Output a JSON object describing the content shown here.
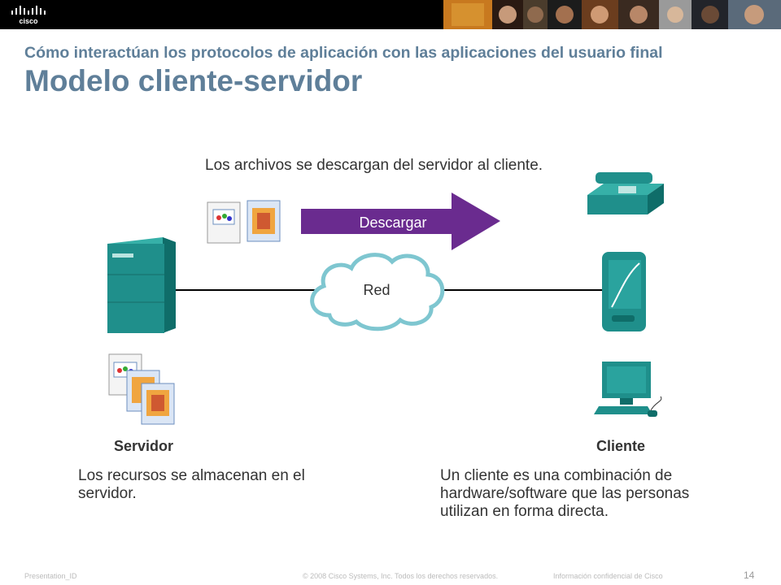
{
  "header": {
    "brand": "cisco",
    "subtitle": "Cómo interactúan los protocolos de aplicación con las aplicaciones del usuario final",
    "title": "Modelo cliente-servidor"
  },
  "diagram": {
    "caption_top": "Los archivos se descargan del servidor al cliente.",
    "arrow_label": "Descargar",
    "network_label": "Red",
    "server_label": "Servidor",
    "client_label": "Cliente",
    "server_description": "Los recursos se almacenan en el servidor.",
    "client_description": "Un cliente es una combinación de hardware/software que las personas utilizan en forma directa."
  },
  "footer": {
    "presentation_id": "Presentation_ID",
    "copyright": "© 2008 Cisco Systems, Inc. Todos los derechos reservados.",
    "confidential": "Información confidencial de Cisco",
    "page_number": "14"
  },
  "colors": {
    "title": "#5f7f99",
    "device_teal": "#1f8f8b",
    "arrow_purple": "#6a2b8f",
    "cloud_outline": "#7ec6d0"
  }
}
